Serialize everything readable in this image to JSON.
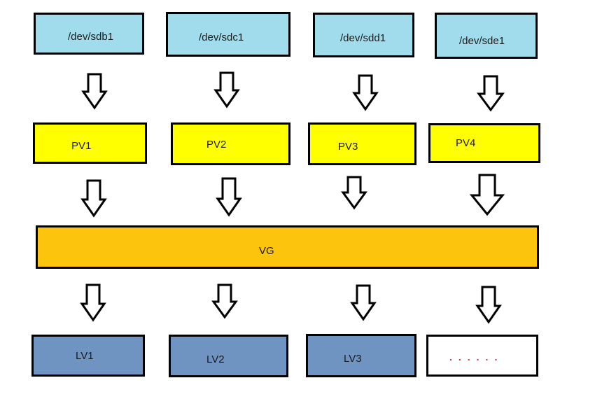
{
  "diagram": {
    "devices": [
      "/dev/sdb1",
      "/dev/sdc1",
      "/dev/sdd1",
      "/dev/sde1"
    ],
    "physical_volumes": [
      "PV1",
      "PV2",
      "PV3",
      "PV4"
    ],
    "volume_group": "VG",
    "logical_volumes": [
      "LV1",
      "LV2",
      "LV3"
    ],
    "more_placeholder": "......"
  },
  "colors": {
    "device": "#a0dceb",
    "physical_volume": "#ffff00",
    "volume_group": "#fcc40c",
    "logical_volume": "#6f94c2",
    "placeholder": "#ffffff",
    "border": "#000000"
  }
}
